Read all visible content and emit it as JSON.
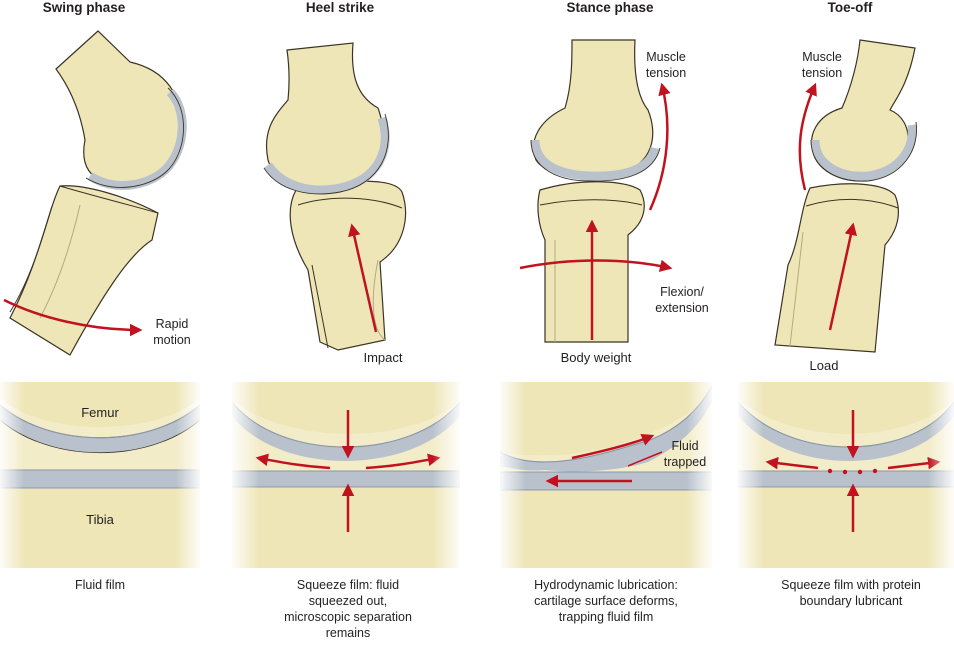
{
  "phases": [
    {
      "title": "Swing phase",
      "caption": "Fluid film"
    },
    {
      "title": "Heel strike",
      "caption": "Squeeze film: fluid squeezed out, microscopic separation remains"
    },
    {
      "title": "Stance phase",
      "caption": "Hydrodynamic lubrication: cartilage surface deforms, trapping fluid film"
    },
    {
      "title": "Toe-off",
      "caption": "Squeeze film with protein boundary lubricant"
    }
  ],
  "labels": {
    "rapid_motion": "Rapid motion",
    "impact": "Impact",
    "muscle_tension": "Muscle tension",
    "flexion_extension": "Flexion/ extension",
    "body_weight": "Body weight",
    "load": "Load",
    "femur": "Femur",
    "tibia": "Tibia",
    "fluid_trapped": "Fluid trapped"
  },
  "colors": {
    "bone": "#efe6b8",
    "bone_outline": "#3b3324",
    "cartilage": "#b9c2cc",
    "arrow": "#c1121f"
  }
}
